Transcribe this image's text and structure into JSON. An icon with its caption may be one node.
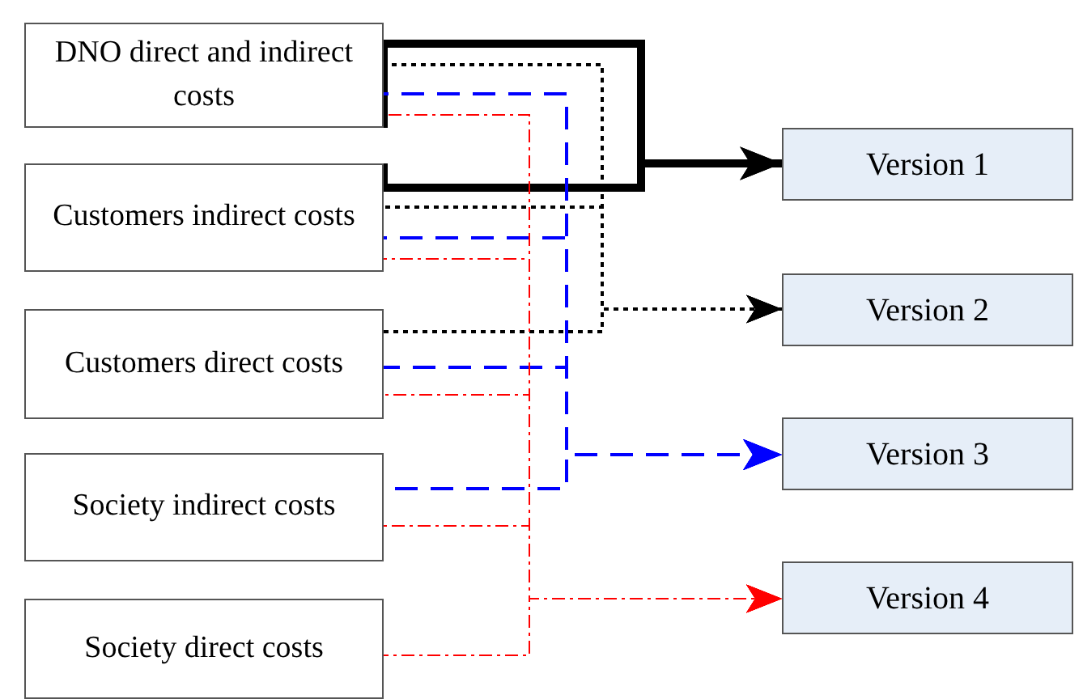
{
  "diagram": {
    "nodes": [
      {
        "text": [
          "DNO direct and indirect costs"
        ]
      },
      {
        "text": [
          "Customers indirect costs"
        ]
      },
      {
        "text": [
          "Customers direct costs"
        ]
      },
      {
        "text": [
          "Society indirect costs"
        ]
      },
      {
        "text": [
          "Society direct costs"
        ]
      },
      {
        "text": [
          "Version 1"
        ]
      },
      {
        "text": [
          "Version 2"
        ]
      },
      {
        "text": [
          "Version 3"
        ]
      },
      {
        "text": [
          "Version 4"
        ]
      }
    ],
    "edges": [
      {
        "from": 0,
        "to": 5,
        "arrow": "to",
        "style": "thick"
      },
      {
        "from": 1,
        "to": 5,
        "arrow": "to",
        "style": "thick"
      },
      {
        "from": 0,
        "to": 6,
        "arrow": "to",
        "style": "dashed"
      },
      {
        "from": 1,
        "to": 6,
        "arrow": "to",
        "style": "dashed"
      },
      {
        "from": 2,
        "to": 6,
        "arrow": "to",
        "style": "dashed"
      },
      {
        "from": 0,
        "to": 7,
        "arrow": "to",
        "style": "dashed",
        "color": "#0000ff"
      },
      {
        "from": 1,
        "to": 7,
        "arrow": "to",
        "style": "dashed",
        "color": "#0000ff"
      },
      {
        "from": 2,
        "to": 7,
        "arrow": "to",
        "style": "dashed",
        "color": "#0000ff"
      },
      {
        "from": 3,
        "to": 7,
        "arrow": "to",
        "style": "dashed",
        "color": "#0000ff"
      },
      {
        "from": 0,
        "to": 8,
        "arrow": "to",
        "style": "dashed",
        "color": "#ff0000"
      },
      {
        "from": 1,
        "to": 8,
        "arrow": "to",
        "style": "dashed",
        "color": "#ff0000"
      },
      {
        "from": 2,
        "to": 8,
        "arrow": "to",
        "style": "dashed",
        "color": "#ff0000"
      },
      {
        "from": 3,
        "to": 8,
        "arrow": "to",
        "style": "dashed",
        "color": "#ff0000"
      },
      {
        "from": 4,
        "to": 8,
        "arrow": "to",
        "style": "dashed",
        "color": "#ff0000"
      }
    ]
  }
}
